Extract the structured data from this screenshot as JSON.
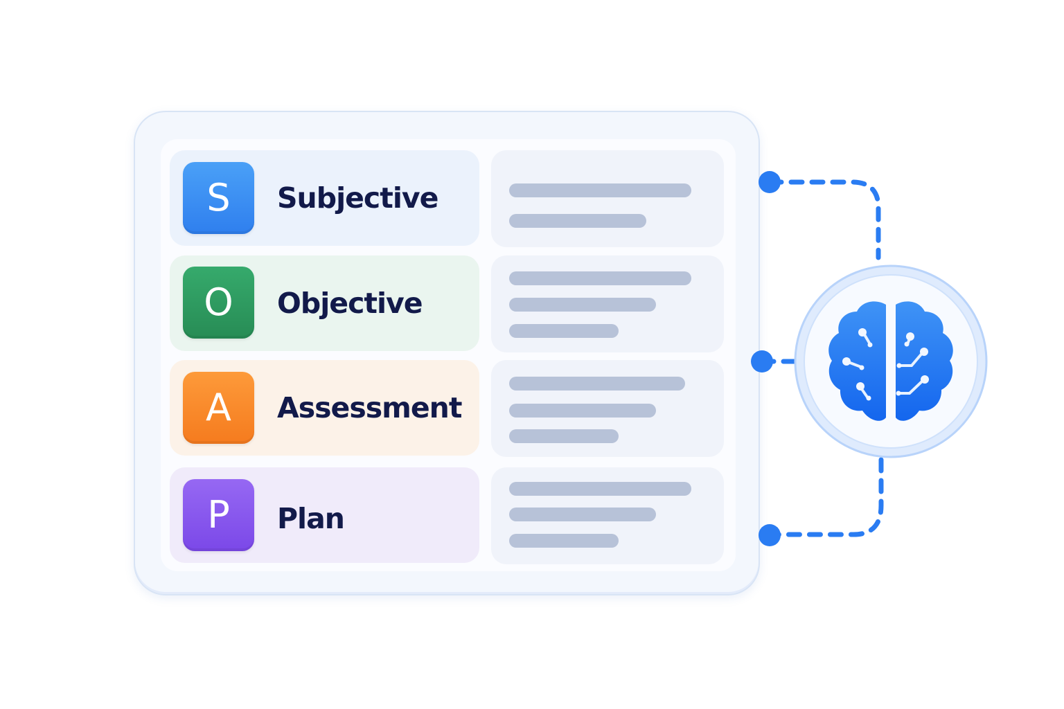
{
  "soap": {
    "sections": [
      {
        "letter": "S",
        "label": "Subjective",
        "color": "#3d8ef3",
        "tint": "#ebf2fc"
      },
      {
        "letter": "O",
        "label": "Objective",
        "color": "#2e9d62",
        "tint": "#eaf5ef"
      },
      {
        "letter": "A",
        "label": "Assessment",
        "color": "#fb8a2c",
        "tint": "#fcf2e8"
      },
      {
        "letter": "P",
        "label": "Plan",
        "color": "#8a5af0",
        "tint": "#f0ebfa"
      }
    ]
  },
  "ai": {
    "icon": "brain-circuit-icon",
    "accent": "#1f78f0"
  }
}
